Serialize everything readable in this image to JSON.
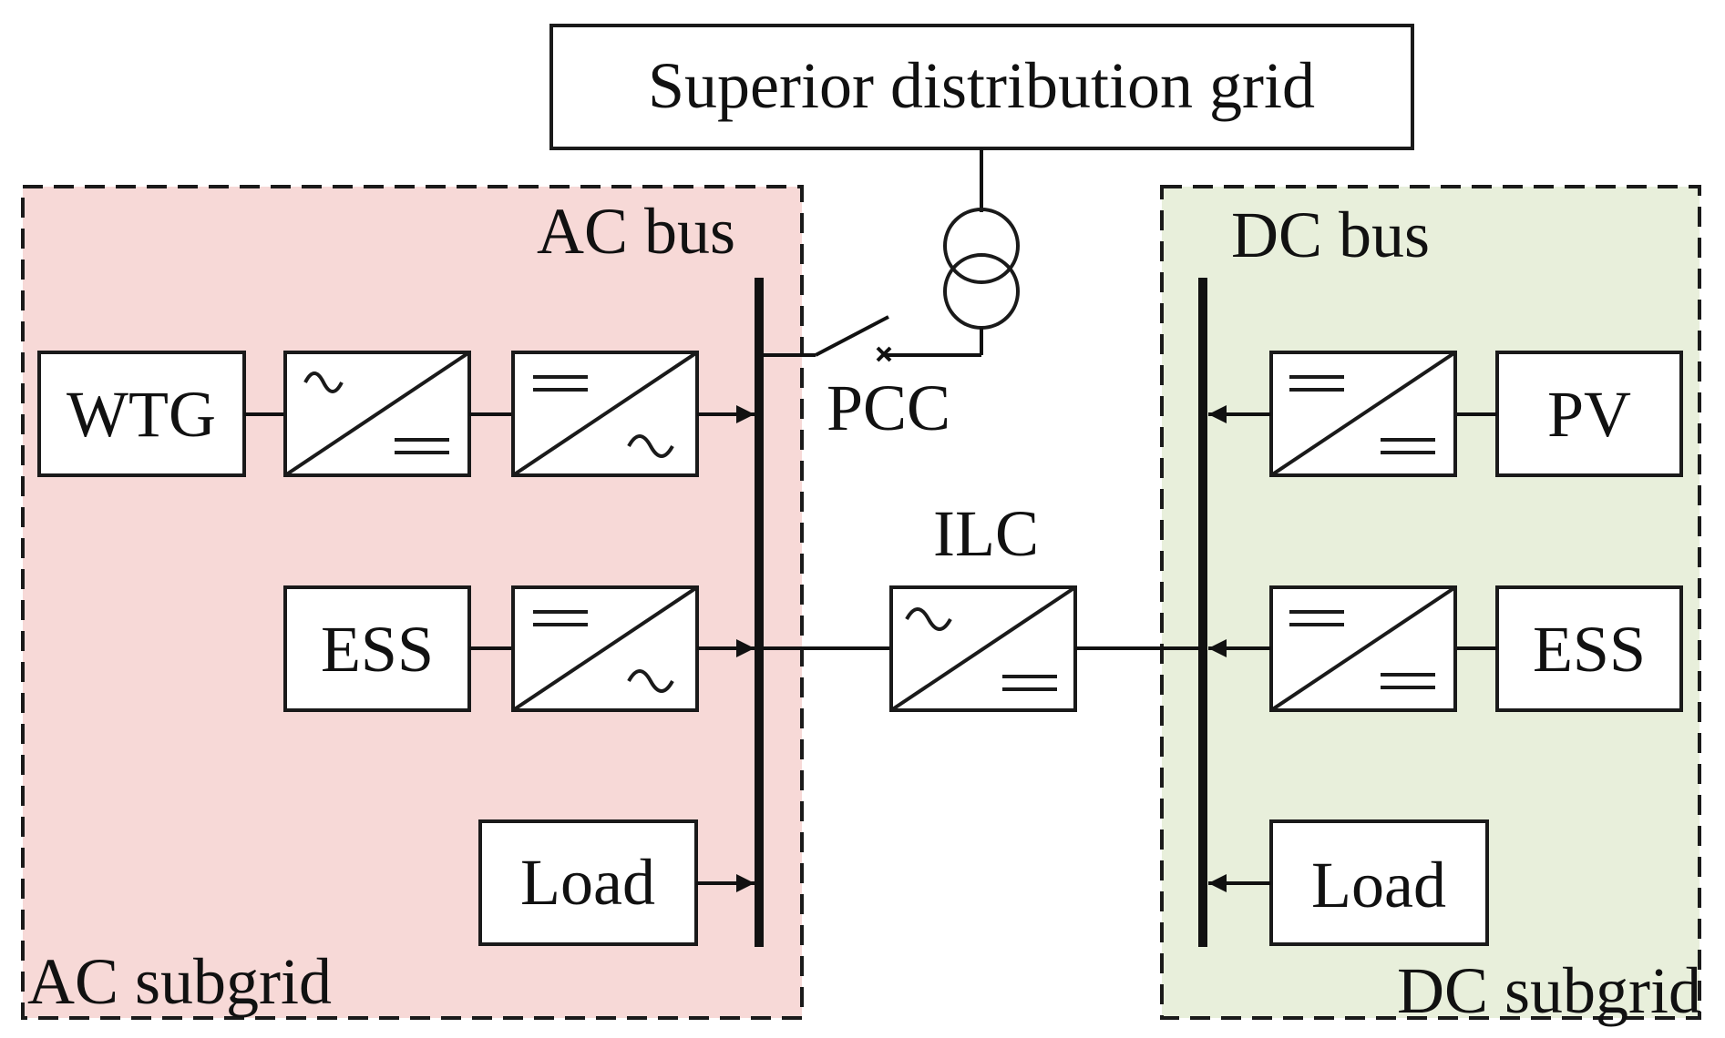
{
  "title": "Superior distribution grid",
  "colors": {
    "ac_region_fill": "#f7d9d7",
    "dc_region_fill": "#e8efdb",
    "line": "#111111"
  },
  "ac": {
    "region_label": "AC subgrid",
    "bus_label": "AC bus",
    "wtg": "WTG",
    "ess": "ESS",
    "load": "Load"
  },
  "dc": {
    "region_label": "DC subgrid",
    "bus_label": "DC bus",
    "pv": "PV",
    "ess": "ESS",
    "load": "Load"
  },
  "pcc": "PCC",
  "ilc": "ILC",
  "converter_symbols": {
    "ac_dc": "ac-dc-converter",
    "dc_ac": "dc-ac-converter",
    "dc_dc": "dc-dc-converter",
    "transformer": "transformer-icon",
    "switch": "breaker-switch-icon"
  }
}
